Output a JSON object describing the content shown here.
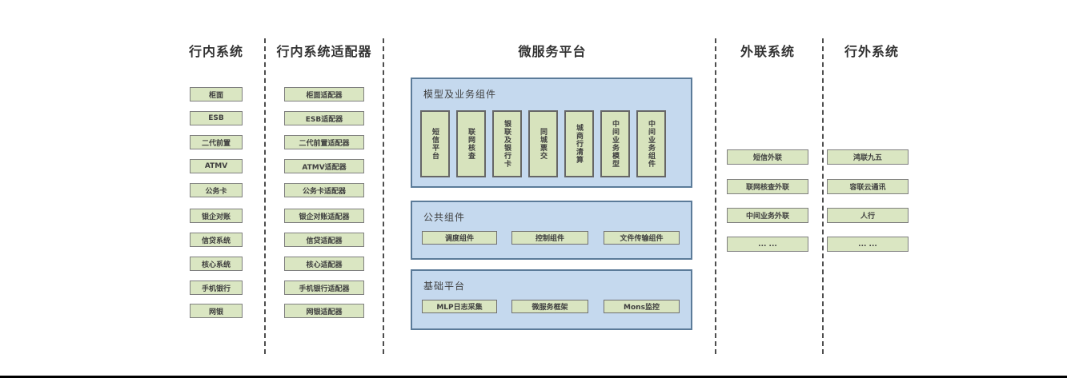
{
  "diagram": {
    "columns": [
      {
        "title": "行内系统",
        "items": [
          "柜面",
          "ESB",
          "二代前置",
          "ATMV",
          "公务卡",
          "银企对账",
          "信贷系统",
          "核心系统",
          "手机银行",
          "网银"
        ]
      },
      {
        "title": "行内系统适配器",
        "items": [
          "柜面适配器",
          "ESB适配器",
          "二代前置适配器",
          "ATMV适配器",
          "公务卡适配器",
          "银企对账适配器",
          "信贷适配器",
          "核心适配器",
          "手机银行适配器",
          "网银适配器"
        ]
      },
      {
        "title": "微服务平台",
        "groups": [
          {
            "label": "模型及业务组件",
            "items": [
              "短信平台",
              "联网核查",
              "银联及银行卡",
              "同城票交",
              "城商行清算",
              "中间业务模型",
              "中间业务组件"
            ]
          },
          {
            "label": "公共组件",
            "items": [
              "调度组件",
              "控制组件",
              "文件传输组件"
            ]
          },
          {
            "label": "基础平台",
            "items": [
              "MLP日志采集",
              "微服务框架",
              "Mons监控"
            ]
          }
        ]
      },
      {
        "title": "外联系统",
        "items": [
          "短信外联",
          "联网核查外联",
          "中间业务外联",
          "... ..."
        ]
      },
      {
        "title": "行外系统",
        "items": [
          "鸿联九五",
          "容联云通讯",
          "人行",
          "... ..."
        ]
      }
    ],
    "colors": {
      "box_fill": "#d9e5c1",
      "box_border": "#7f7f7f",
      "panel_fill": "#c5d9ee",
      "panel_border": "#5b7b99",
      "divider": "#4d4d4d",
      "text": "#3f3f3f",
      "baseline": "#000000"
    }
  }
}
